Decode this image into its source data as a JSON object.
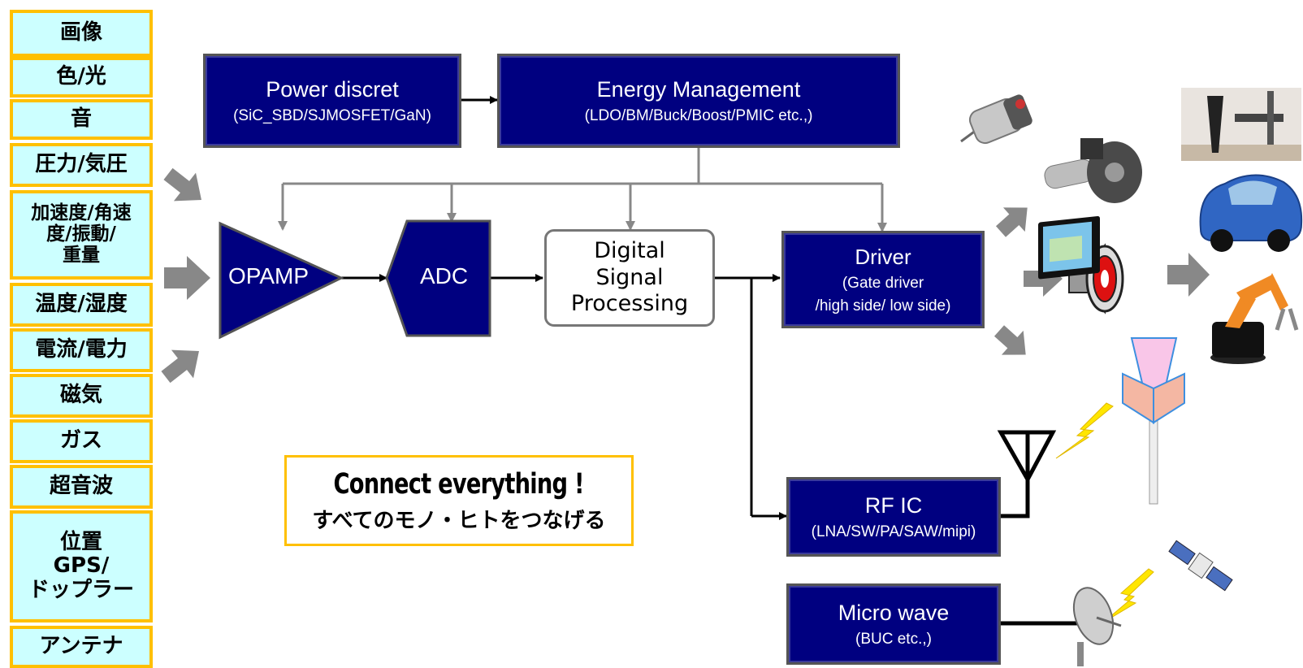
{
  "sensors": [
    "画像",
    "色/光",
    "音",
    "圧力/気圧",
    "加速度/角速\n度/振動/\n重量",
    "温度/湿度",
    "電流/電力",
    "磁気",
    "ガス",
    "超音波",
    "位置\nGPS/\nドップラー",
    "アンテナ"
  ],
  "blocks": {
    "power": {
      "title": "Power discret",
      "sub": "(SiC_SBD/SJMOSFET/GaN)"
    },
    "energy": {
      "title": "Energy Management",
      "sub": "(LDO/BM/Buck/Boost/PMIC etc.,)"
    },
    "opamp": {
      "title": "OPAMP"
    },
    "adc": {
      "title": "ADC"
    },
    "dsp": {
      "title": "Digital\nSignal\nProcessing"
    },
    "driver": {
      "title": "Driver",
      "sub1": "(Gate driver",
      "sub2": "/high side/ low side)"
    },
    "rf": {
      "title": "RF IC",
      "sub": "(LNA/SW/PA/SAW/mipi)"
    },
    "microwave": {
      "title": "Micro wave",
      "sub": "(BUC etc.,)"
    }
  },
  "tagline": {
    "en": "Connect everything !",
    "jp": "すべてのモノ・ヒトをつなげる"
  },
  "colors": {
    "block": "#000080",
    "sensor_bg": "#ccffff",
    "sensor_border": "#ffc000",
    "arrow": "#808080",
    "bolt": "#ffe600"
  },
  "icons": [
    "motor-icon",
    "wiper-motor-icon",
    "speaker-icon",
    "car-navigation-icon",
    "cell-tower-icon",
    "antenna-icon",
    "satellite-dish-icon",
    "satellite-icon",
    "robot-room-icon",
    "car-icon",
    "robot-arm-icon",
    "lightning-icon"
  ]
}
